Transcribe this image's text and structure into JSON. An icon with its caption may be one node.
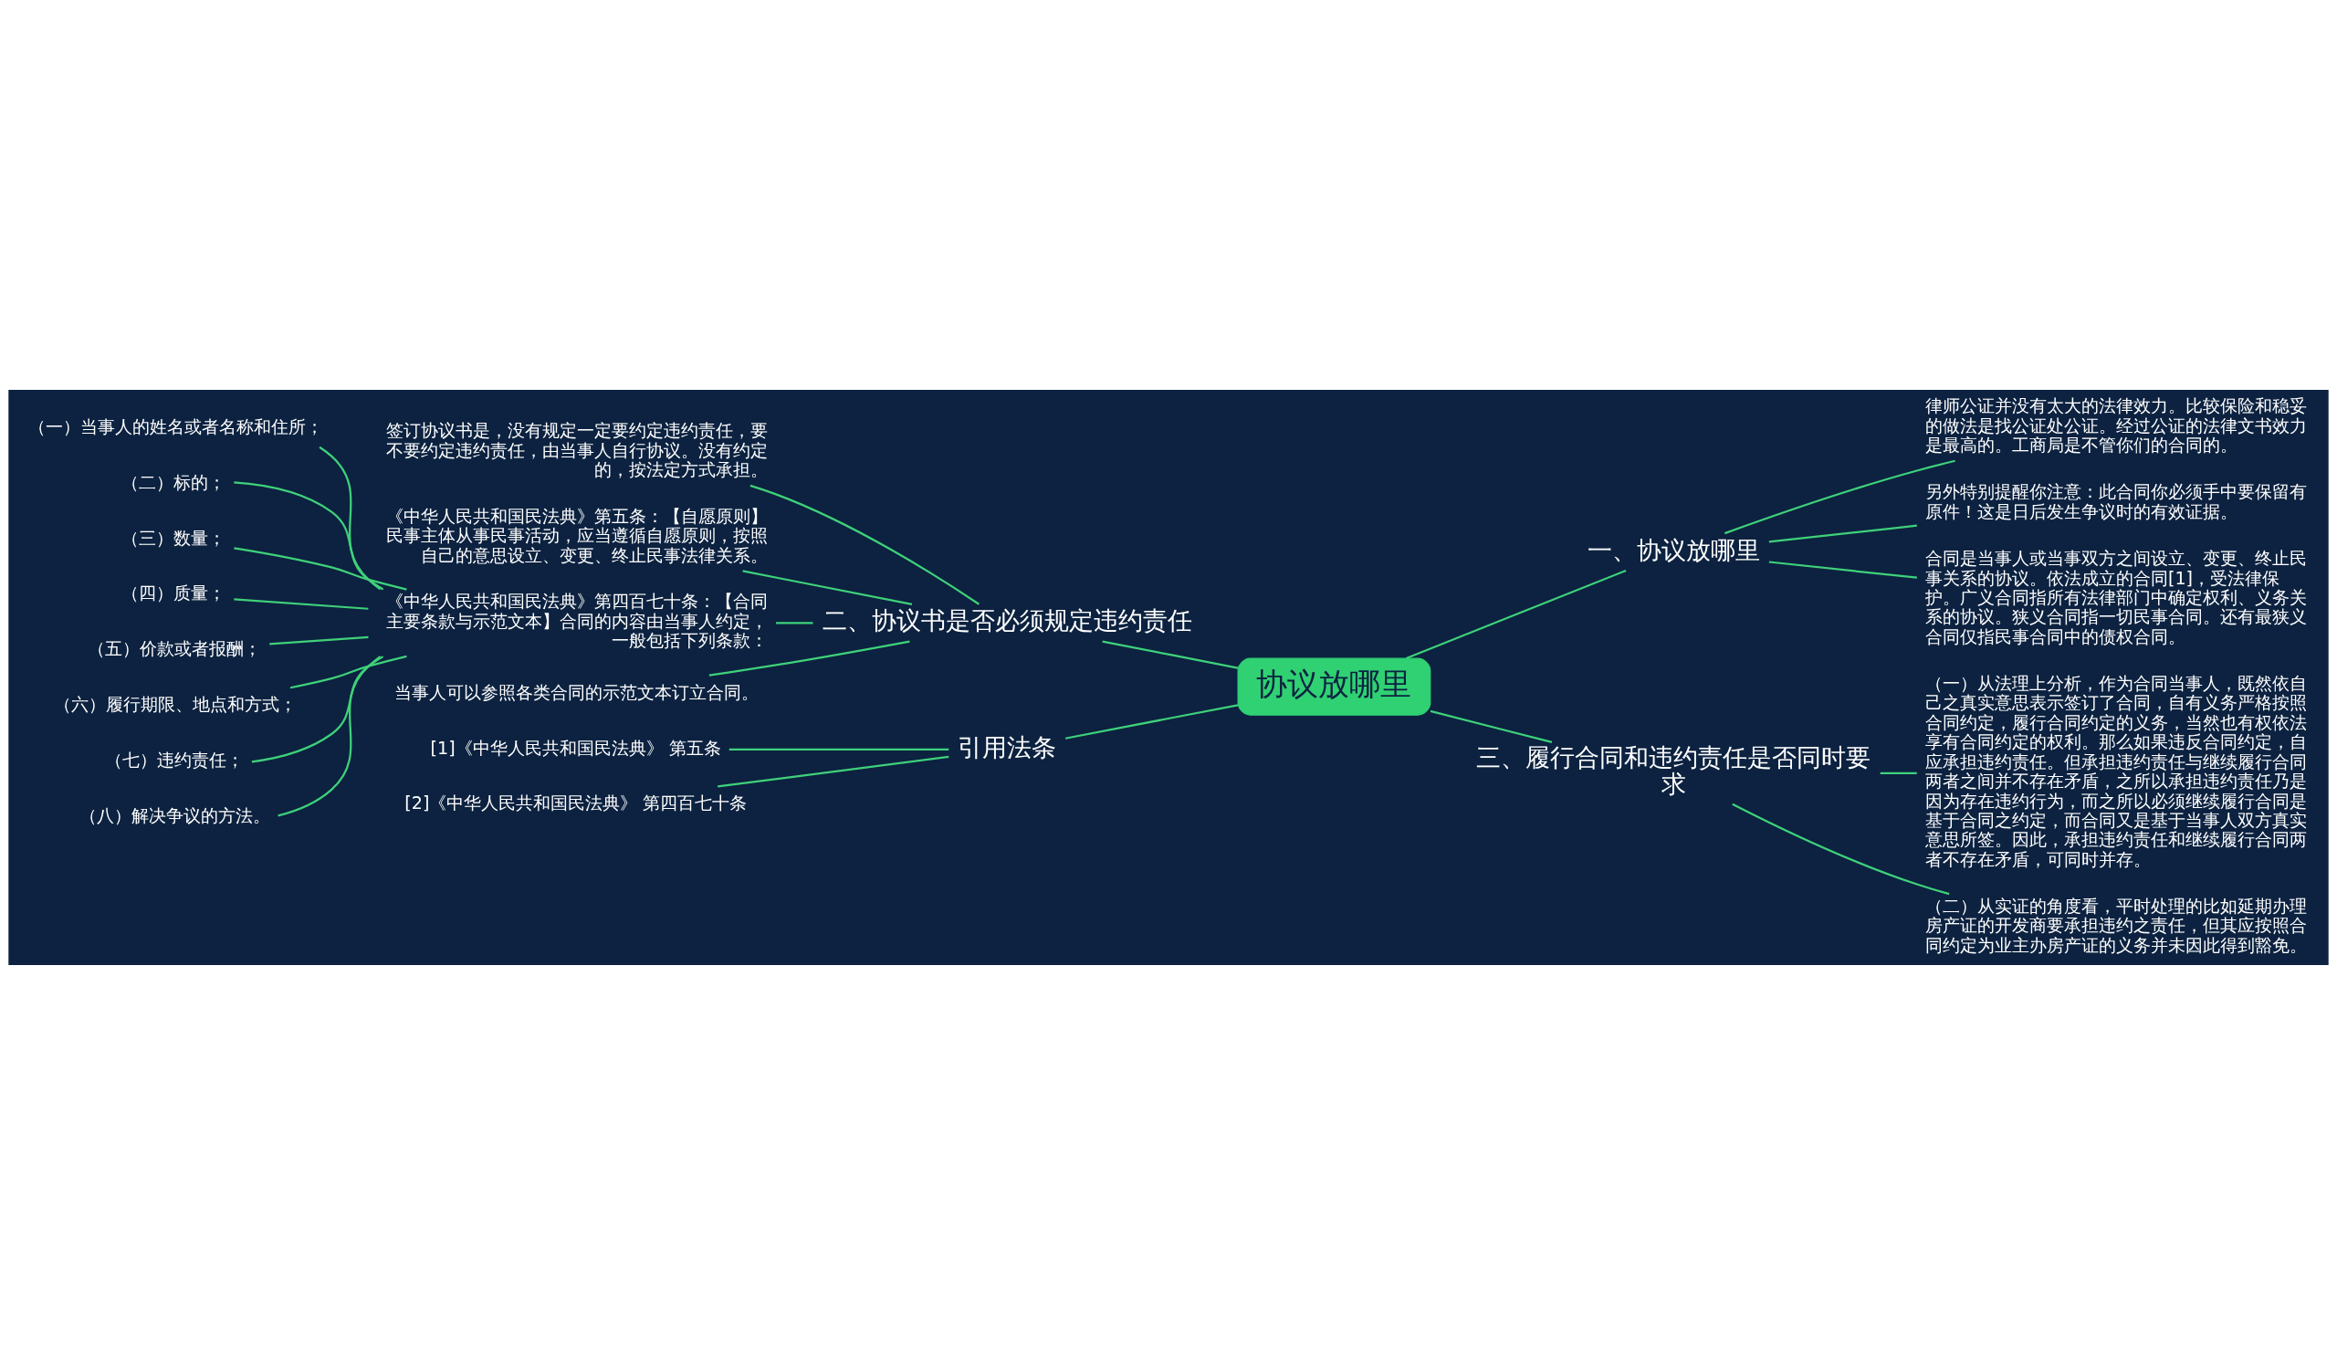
{
  "diagram": {
    "nodes": [
      {
        "text": [
          "协议放哪里"
        ]
      },
      {
        "text": [
          "二、协议书是否必须规定违约责任"
        ]
      },
      {
        "text": [
          "签订协议书是，没有规定一定要约定违约责任，要不要约定违约责任，由当事人自行协议。没有约定的，按法定方式承担。"
        ]
      },
      {
        "text": [
          "《中华人民共和国民法典》第五条：【自愿原则】民事主体从事民事活动，应当遵循自愿原则，按照自己的意思设立、变更、终止民事法律关系。"
        ]
      },
      {
        "text": [
          "《中华人民共和国民法典》第四百七十条：【合同主要条款与示范文本】合同的内容由当事人约定，一般包括下列条款："
        ]
      },
      {
        "text": [
          "（一）当事人的姓名或者名称和住所；"
        ]
      },
      {
        "text": [
          "（二）标的；"
        ]
      },
      {
        "text": [
          "（三）数量；"
        ]
      },
      {
        "text": [
          "（四）质量；"
        ]
      },
      {
        "text": [
          "（五）价款或者报酬；"
        ]
      },
      {
        "text": [
          "（六）履行期限、地点和方式；"
        ]
      },
      {
        "text": [
          "（七）违约责任；"
        ]
      },
      {
        "text": [
          "（八）解决争议的方法。"
        ]
      },
      {
        "text": [
          "当事人可以参照各类合同的示范文本订立合同。"
        ]
      },
      {
        "text": [
          "引用法条"
        ]
      },
      {
        "text": [
          "[1]《中华人民共和国民法典》 第五条"
        ]
      },
      {
        "text": [
          "[2]《中华人民共和国民法典》 第四百七十条"
        ]
      },
      {
        "text": [
          "一、协议放哪里"
        ]
      },
      {
        "text": [
          "律师公证并没有太大的法律效力。比较保险和稳妥的做法是找公证处公证。经过公证的法律文书效力是最高的。工商局是不管你们的合同的。"
        ]
      },
      {
        "text": [
          "另外特别提醒你注意：此合同你必须手中要保留有原件！这是日后发生争议时的有效证据。"
        ]
      },
      {
        "text": [
          "合同是当事人或当事双方之间设立、变更、终止民事关系的协议。依法成立的合同[1]，受法律保护。广义合同指所有法律部门中确定权利、义务关系的协议。狭义合同指一切民事合同。还有最狭义合同仅指民事合同中的债权合同。"
        ]
      },
      {
        "text": [
          "三、履行合同和违约责任是否同时要求"
        ]
      },
      {
        "text": [
          "（一）从法理上分析，作为合同当事人，既然依自己之真实意思表示签订了合同，自有义务严格按照合同约定，履行合同约定的义务，当然也有权依法享有合同约定的权利。那么如果违反合同约定，自应承担违约责任。但承担违约责任与继续履行合同两者之间并不存在矛盾，之所以承担违约责任乃是因为存在违约行为，而之所以必须继续履行合同是基于合同之约定，而合同又是基于当事人双方真实意思所签。因此，承担违约责任和继续履行合同两者不存在矛盾，可同时并存。"
        ]
      },
      {
        "text": [
          "（二）从实证的角度看，平时处理的比如延期办理房产证的开发商要承担违约之责任，但其应按照合同约定为业主办房产证的义务并未因此得到豁免。"
        ]
      }
    ],
    "edges": [
      {
        "from": 0,
        "to": 1,
        "arrow": "none"
      },
      {
        "from": 1,
        "to": 2,
        "arrow": "none"
      },
      {
        "from": 1,
        "to": 3,
        "arrow": "none"
      },
      {
        "from": 1,
        "to": 4,
        "arrow": "none"
      },
      {
        "from": 4,
        "to": 5,
        "arrow": "none"
      },
      {
        "from": 4,
        "to": 6,
        "arrow": "none"
      },
      {
        "from": 4,
        "to": 7,
        "arrow": "none"
      },
      {
        "from": 4,
        "to": 8,
        "arrow": "none"
      },
      {
        "from": 4,
        "to": 9,
        "arrow": "none"
      },
      {
        "from": 4,
        "to": 10,
        "arrow": "none"
      },
      {
        "from": 4,
        "to": 11,
        "arrow": "none"
      },
      {
        "from": 4,
        "to": 12,
        "arrow": "none"
      },
      {
        "from": 1,
        "to": 13,
        "arrow": "none"
      },
      {
        "from": 0,
        "to": 14,
        "arrow": "none"
      },
      {
        "from": 14,
        "to": 15,
        "arrow": "none"
      },
      {
        "from": 14,
        "to": 16,
        "arrow": "none"
      },
      {
        "from": 0,
        "to": 17,
        "arrow": "none"
      },
      {
        "from": 17,
        "to": 18,
        "arrow": "none"
      },
      {
        "from": 17,
        "to": 19,
        "arrow": "none"
      },
      {
        "from": 17,
        "to": 20,
        "arrow": "none"
      },
      {
        "from": 0,
        "to": 21,
        "arrow": "none"
      },
      {
        "from": 21,
        "to": 22,
        "arrow": "none"
      },
      {
        "from": 21,
        "to": 23,
        "arrow": "none"
      }
    ]
  }
}
